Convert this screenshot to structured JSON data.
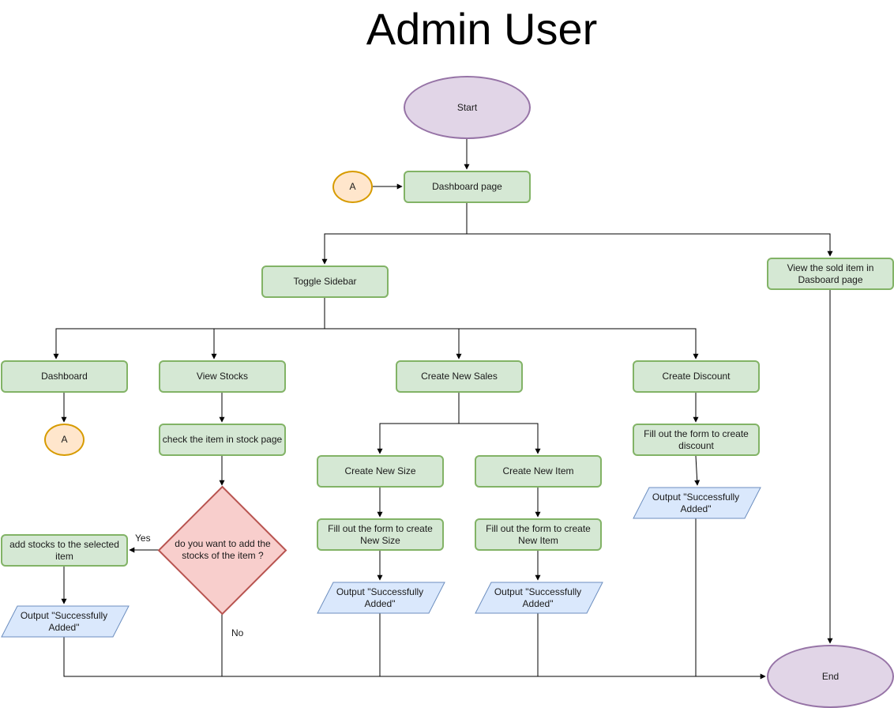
{
  "title": "Admin User",
  "nodes": {
    "start": "Start",
    "end": "End",
    "connector_top": "A",
    "connector_bottom": "A",
    "dashboard_page": "Dashboard page",
    "toggle_sidebar": "Toggle Sidebar",
    "view_sold": "View the sold item in Dasboard page",
    "dashboard": "Dashboard",
    "view_stocks": "View Stocks",
    "create_sales": "Create New Sales",
    "create_discount": "Create Discount",
    "check_stock": "check the item in stock page",
    "decision": "do you want to add the stocks of the item ?",
    "add_stocks": "add stocks to the selected item",
    "output_stocks": "Output \"Successfully Added\"",
    "create_size": "Create New Size",
    "create_item": "Create New Item",
    "form_size": "Fill out the form to create New Size",
    "form_item": "Fill out the form to create New Item",
    "output_size": "Output \"Successfully Added\"",
    "output_item": "Output \"Successfully Added\"",
    "form_discount": "Fill out the form to create discount",
    "output_discount": "Output \"Successfully Added\""
  },
  "edge_labels": {
    "yes": "Yes",
    "no": "No"
  },
  "colors": {
    "process_fill": "#d5e8d4",
    "process_stroke": "#82b366",
    "terminal_fill": "#e1d5e7",
    "terminal_stroke": "#9673a6",
    "connector_fill": "#ffe6cc",
    "connector_stroke": "#d79b00",
    "decision_fill": "#f8cecc",
    "decision_stroke": "#b85450",
    "io_fill": "#dae8fc",
    "io_stroke": "#6c8ebf"
  }
}
